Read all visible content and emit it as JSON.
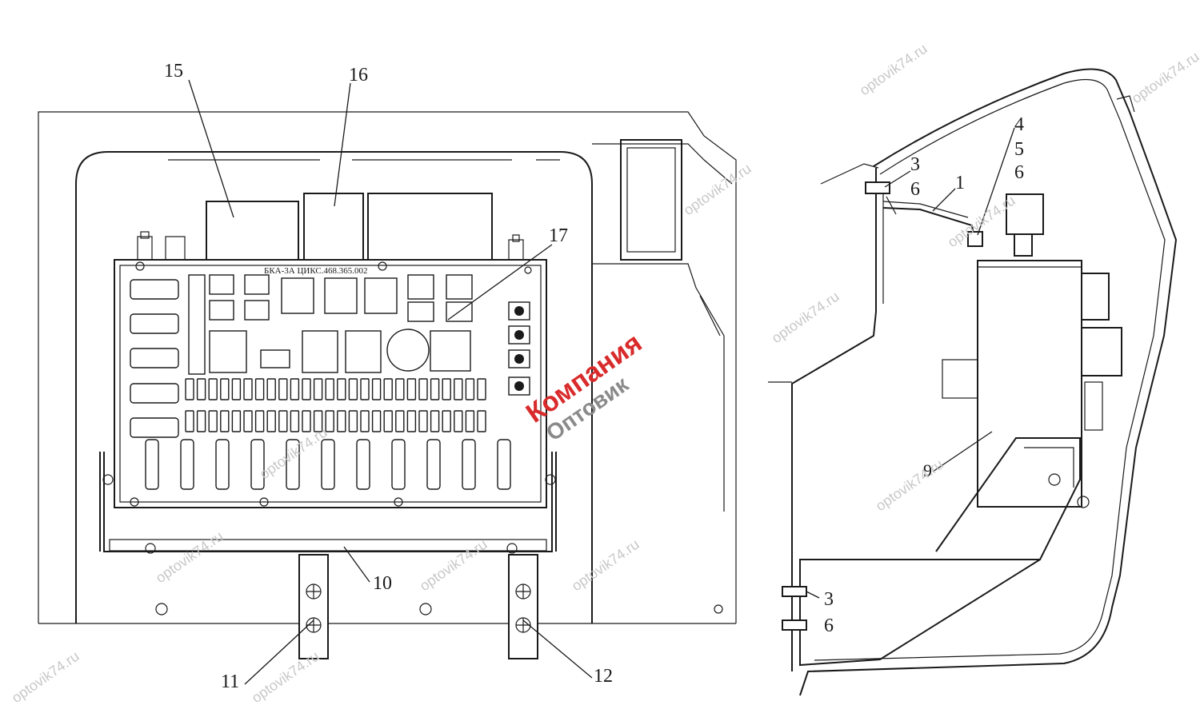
{
  "diagram": {
    "front_view": {
      "block_label": "БКА-3А ЦИКС.468.365.002",
      "callouts": [
        "15",
        "16",
        "17",
        "10",
        "11",
        "12"
      ]
    },
    "side_view": {
      "callouts_top": [
        "3",
        "6",
        "1",
        "4",
        "5",
        "6"
      ],
      "callout_bracket": "9",
      "callouts_bottom": [
        "3",
        "6"
      ]
    }
  },
  "watermark": {
    "site": "optovik74.ru",
    "logo_line1": "Компания",
    "logo_line2": "Оптовик"
  }
}
